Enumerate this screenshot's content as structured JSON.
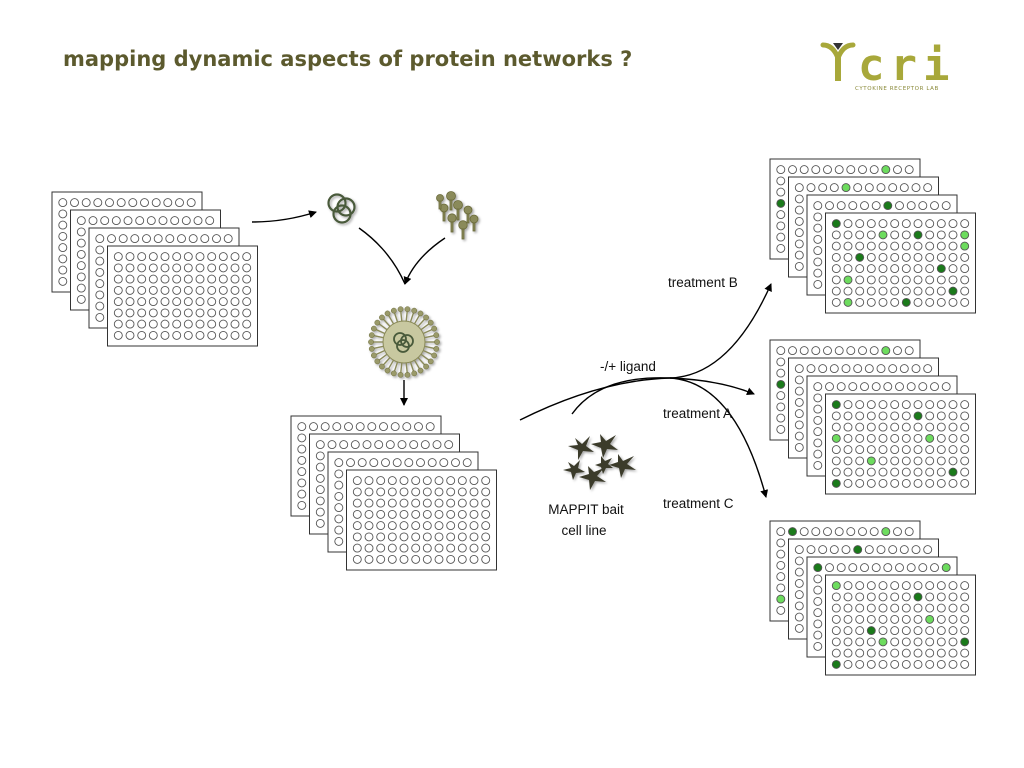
{
  "title": "mapping dynamic aspects of protein networks ?",
  "logo": {
    "text": "cri",
    "subtitle": "CYTOKINE RECEPTOR LAB"
  },
  "labels": {
    "ligand": "-/+ ligand",
    "treatment_b": "treatment B",
    "treatment_a": "treatment A",
    "treatment_c": "treatment C",
    "bait_line1": "MAPPIT bait",
    "bait_line2": "cell line"
  },
  "colors": {
    "title": "#5c5a2e",
    "olive": "#8a8a3a",
    "dark_green": "#1a7a1a",
    "light_green": "#6ddc5e",
    "outline": "#444444"
  },
  "icons": [
    "plasmid-icon",
    "virus-particles-icon",
    "transfection-complex-icon",
    "cells-icon"
  ]
}
